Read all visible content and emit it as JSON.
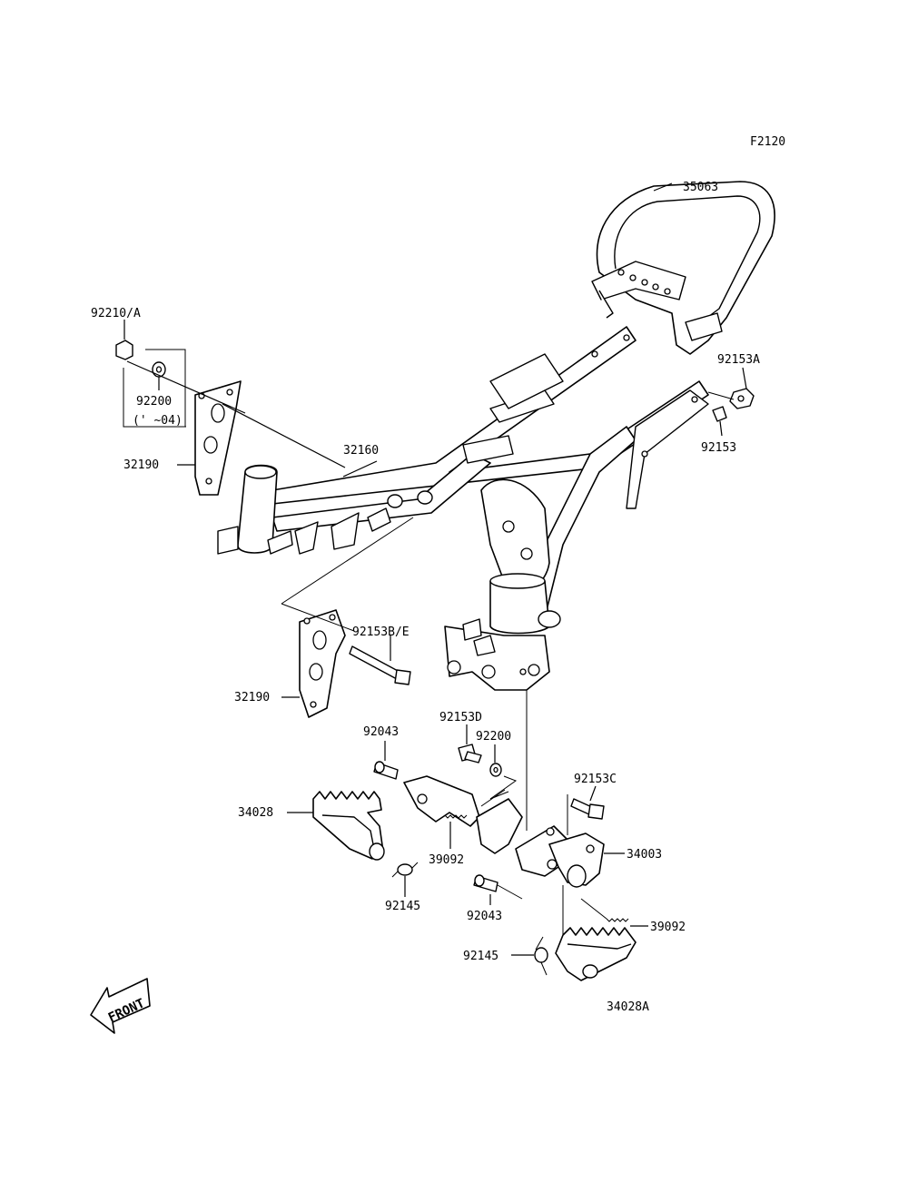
{
  "figure_code": "F2120",
  "labels": {
    "p35063": "35063",
    "p92210A": "92210/A",
    "p92200": "92200",
    "p92200_note": "(' ~04)",
    "p32190_top": "32190",
    "p32160": "32160",
    "p92153A": "92153A",
    "p92153": "92153",
    "p92153BE": "92153B/E",
    "p32190_bottom": "32190",
    "p92043_top": "92043",
    "p92153D": "92153D",
    "p92200_b": "92200",
    "p92153C": "92153C",
    "p34028": "34028",
    "p34003": "34003",
    "p39092_left": "39092",
    "p92145_left": "92145",
    "p92043_bottom": "92043",
    "p39092_right": "39092",
    "p92145_bottom": "92145",
    "p34028A": "34028A"
  },
  "front_arrow_label": "FRONT"
}
